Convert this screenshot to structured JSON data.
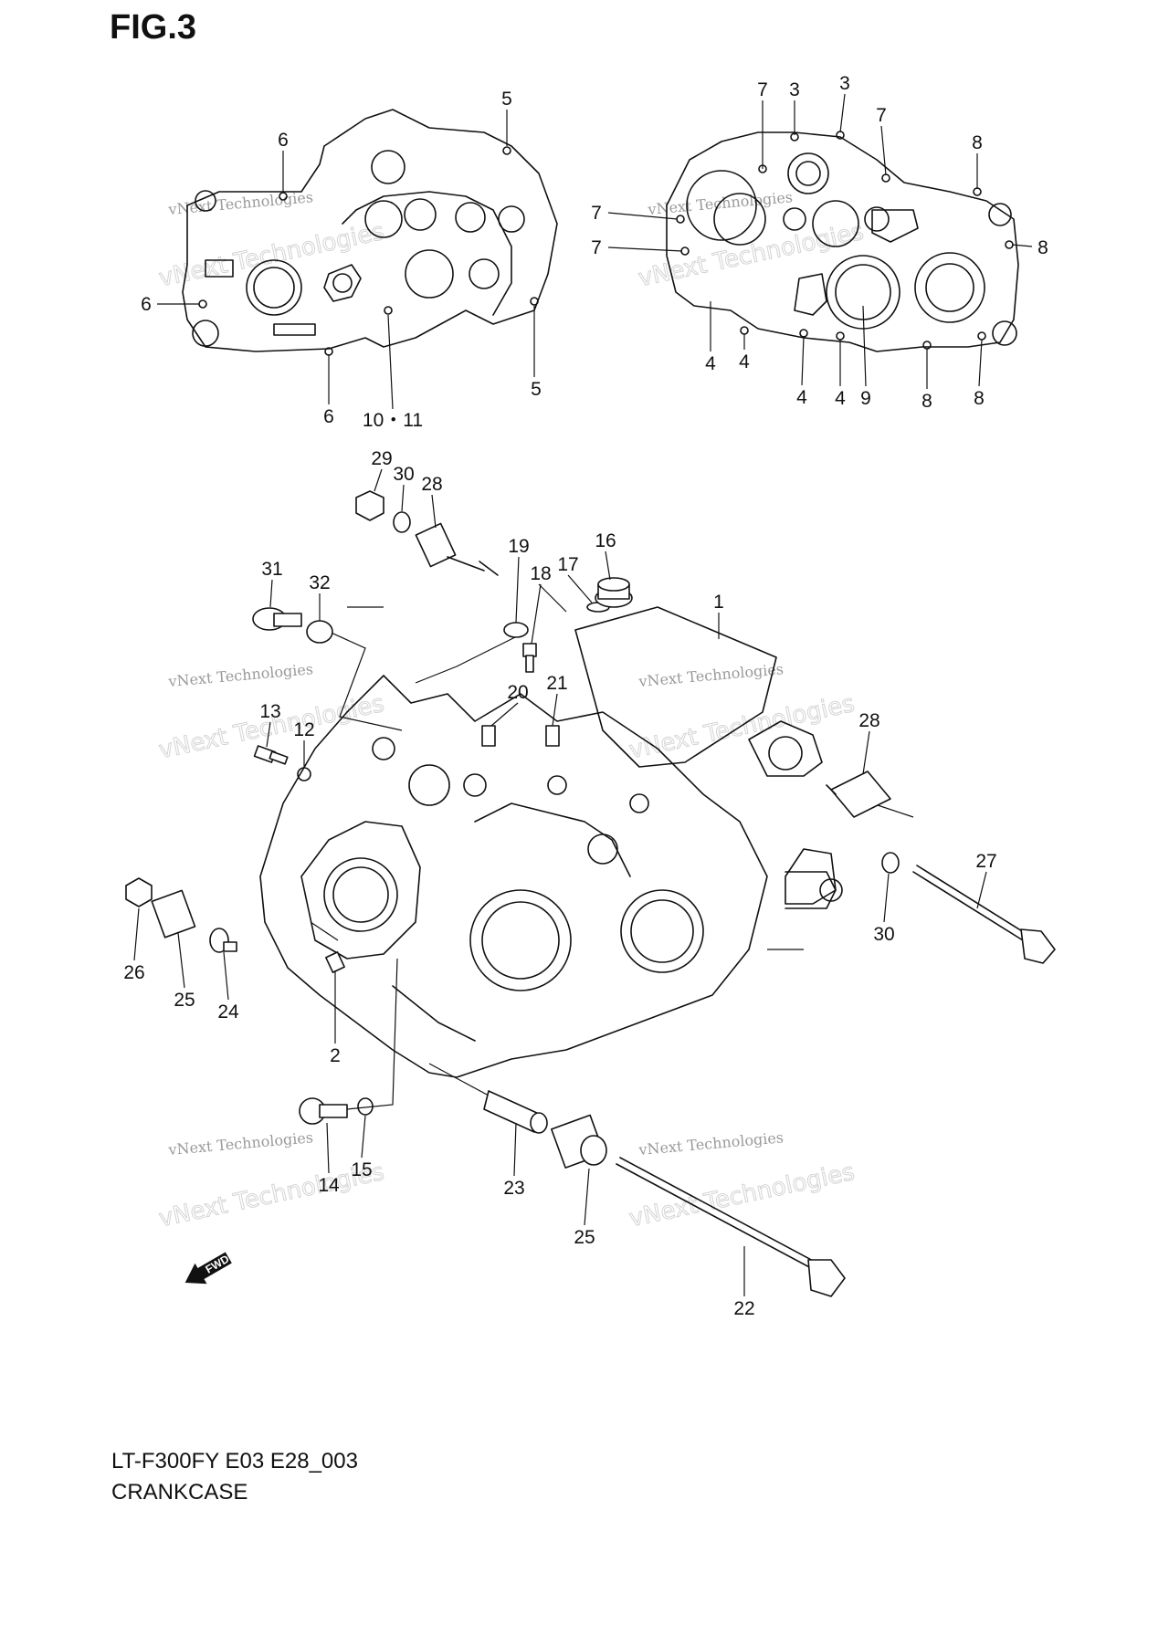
{
  "figure": {
    "title": "FIG.3",
    "model_code": "LT-F300FY E03 E28_003",
    "section_name": "CRANKCASE"
  },
  "watermark": {
    "line1": "vNext Technologies",
    "line2": "vNext Technologies"
  },
  "fwd_marker": {
    "label": "FWD"
  },
  "callouts": {
    "c1": "1",
    "c2": "2",
    "c3a": "3",
    "c3b": "3",
    "c4a": "4",
    "c4b": "4",
    "c4c": "4",
    "c4d": "4",
    "c5a": "5",
    "c5b": "5",
    "c6a": "6",
    "c6b": "6",
    "c6c": "6",
    "c7a": "7",
    "c7b": "7",
    "c7c": "7",
    "c7d": "7",
    "c8a": "8",
    "c8b": "8",
    "c8c": "8",
    "c8d": "8",
    "c9": "9",
    "c10_11": "10・11",
    "c12": "12",
    "c13": "13",
    "c14": "14",
    "c15": "15",
    "c16": "16",
    "c17": "17",
    "c18": "18",
    "c19": "19",
    "c20": "20",
    "c21": "21",
    "c22": "22",
    "c23": "23",
    "c24": "24",
    "c25a": "25",
    "c25b": "25",
    "c26": "26",
    "c27": "27",
    "c28a": "28",
    "c28b": "28",
    "c29": "29",
    "c30a": "30",
    "c30b": "30",
    "c31": "31",
    "c32": "32"
  }
}
